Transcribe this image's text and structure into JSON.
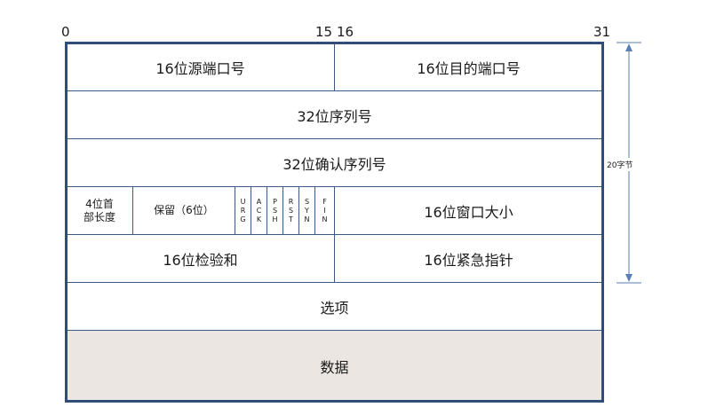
{
  "bit_labels": {
    "b0": "0",
    "b15": "15",
    "b16": "16",
    "b31": "31"
  },
  "rows": {
    "src_port": "16位源端口号",
    "dst_port": "16位目的端口号",
    "seq": "32位序列号",
    "ack": "32位确认序列号",
    "header_len": "4位首\n部长度",
    "reserved": "保留（6位）",
    "flags": [
      "U\nR\nG",
      "A\nC\nK",
      "P\nS\nH",
      "R\nS\nT",
      "S\nY\nN",
      "F\nI\nN"
    ],
    "window": "16位窗口大小",
    "checksum": "16位检验和",
    "urgent": "16位紧急指针",
    "options": "选项",
    "data": "数据"
  },
  "side_label": "20字节",
  "colors": {
    "border": "#2f4d78",
    "data_fill": "#ebe6e1",
    "arrow": "#5a7fb0"
  }
}
